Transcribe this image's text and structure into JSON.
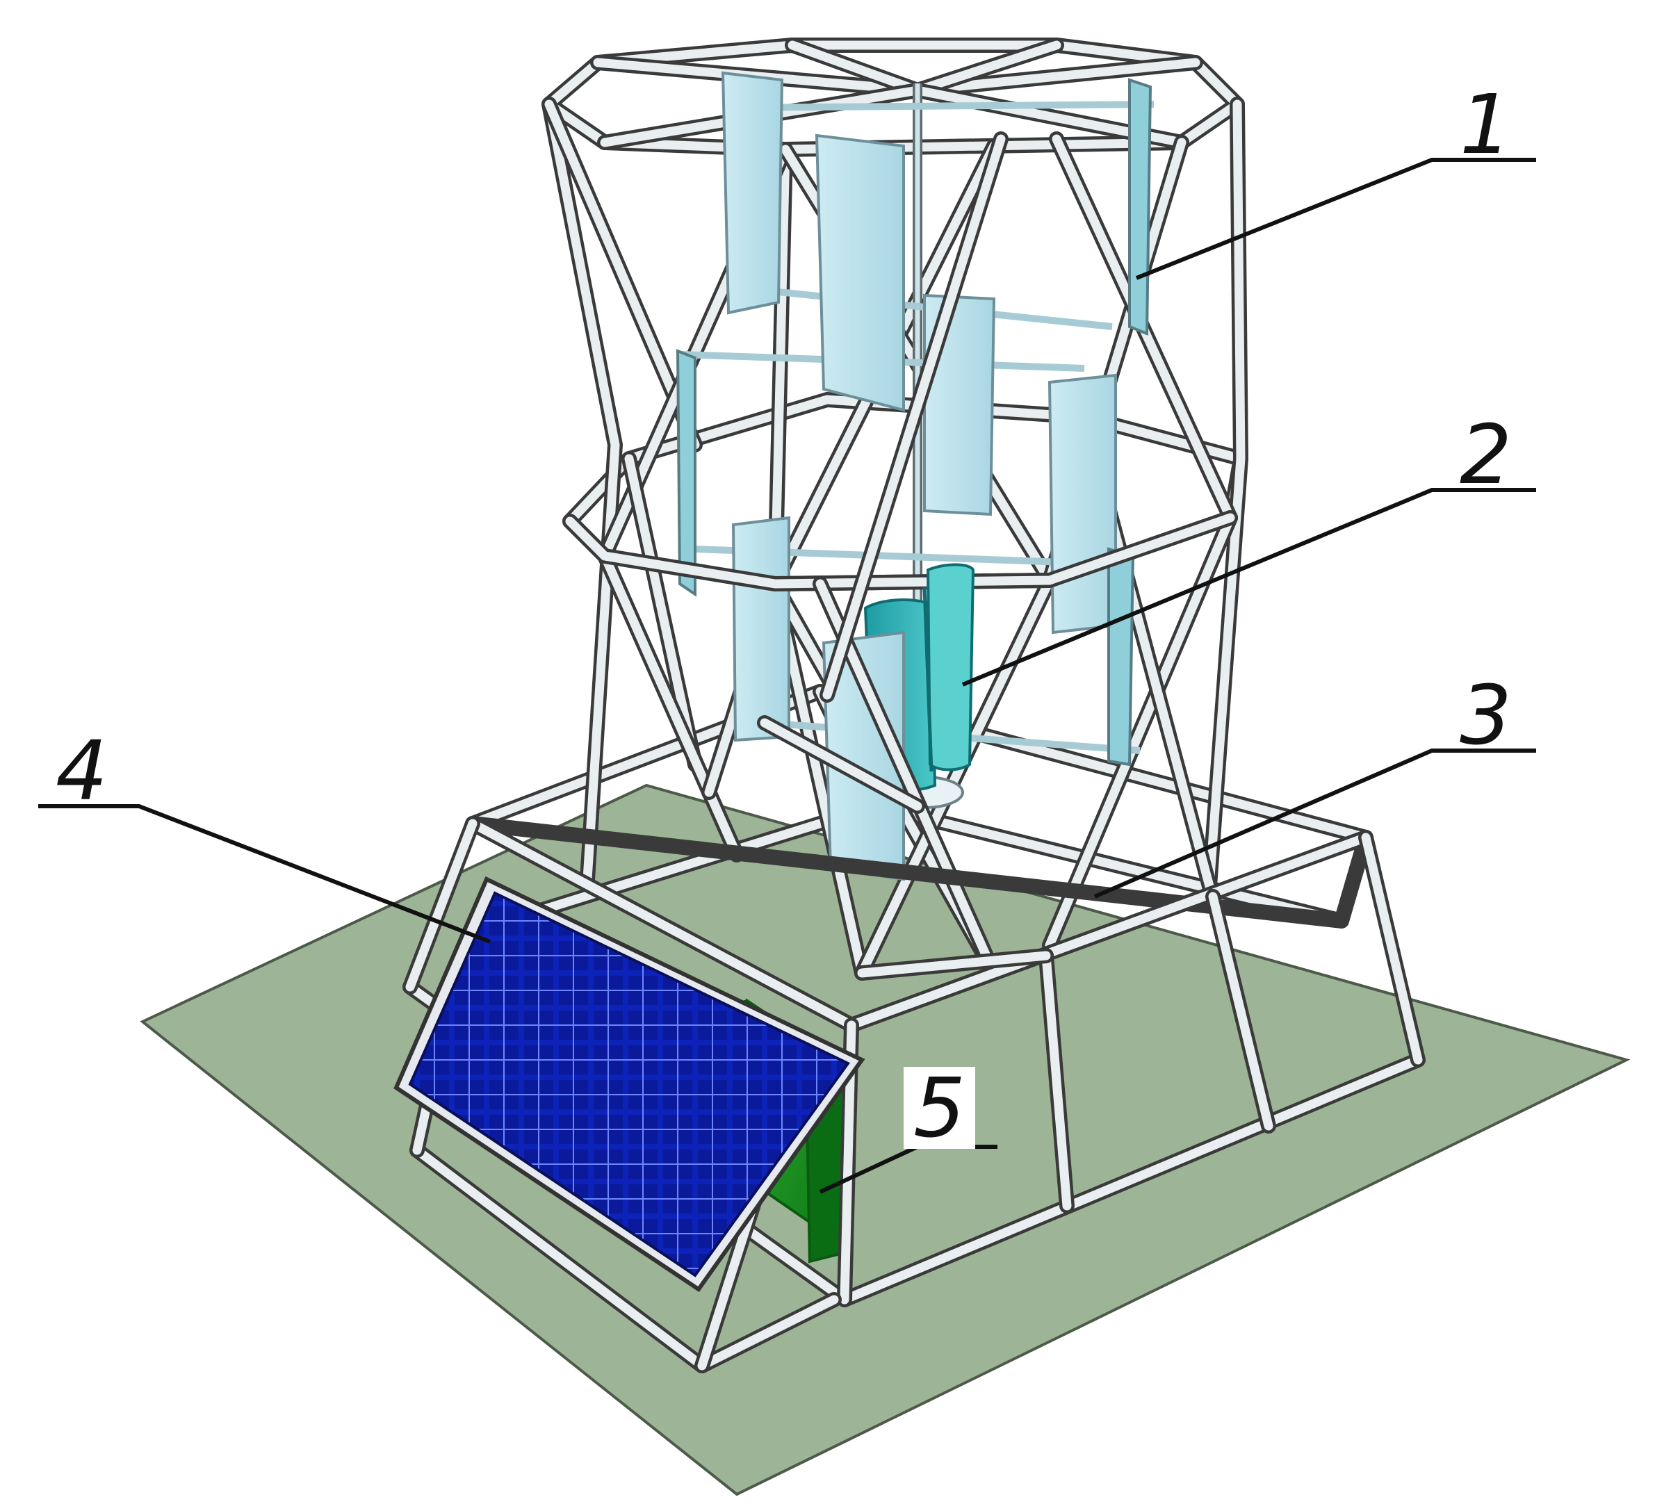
{
  "callouts": {
    "c1": "1",
    "c2": "2",
    "c3": "3",
    "c4": "4",
    "c5": "5"
  },
  "colors": {
    "ground": "#9db596",
    "frame": "#e9eef0",
    "blade_light": "#b9e0ea",
    "blade_dark": "#2fb3b8",
    "solar_cell": "#0a1fb0",
    "battery": "#0e8a16"
  }
}
